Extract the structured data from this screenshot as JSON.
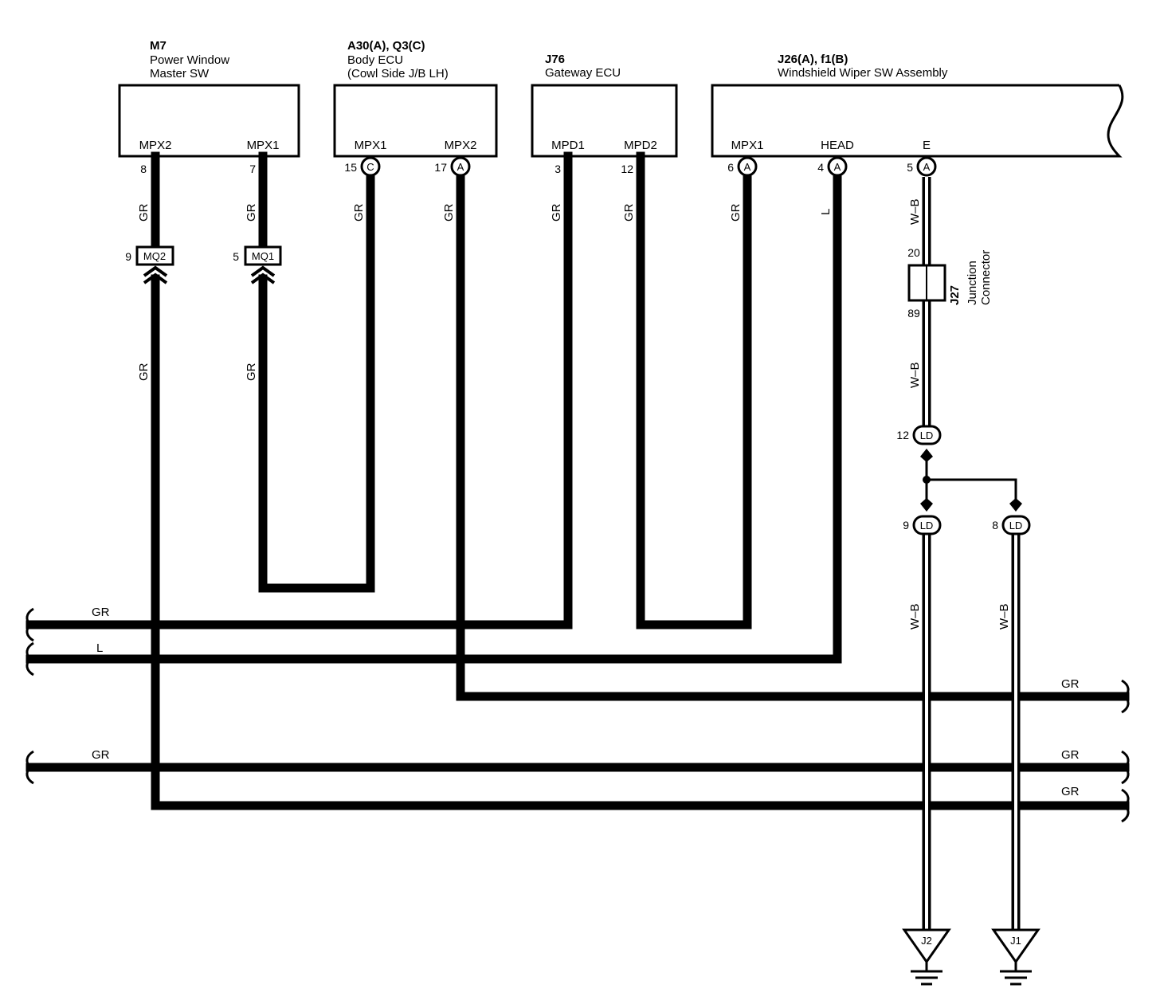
{
  "components": {
    "m7": {
      "code": "M7",
      "name1": "Power Window",
      "name2": "Master SW",
      "pins": [
        "MPX2",
        "MPX1"
      ],
      "pin_nums": [
        "8",
        "7"
      ]
    },
    "body_ecu": {
      "code": "A30(A), Q3(C)",
      "name1": "Body ECU",
      "name2": "(Cowl Side J/B LH)",
      "pins": [
        "MPX1",
        "MPX2"
      ],
      "pin_nums": [
        "15",
        "17"
      ],
      "conns": [
        "C",
        "A"
      ]
    },
    "gateway": {
      "code": "J76",
      "name1": "Gateway ECU",
      "pins": [
        "MPD1",
        "MPD2"
      ],
      "pin_nums": [
        "3",
        "12"
      ]
    },
    "wiper": {
      "code": "J26(A), f1(B)",
      "name1": "Windshield Wiper SW Assembly",
      "pins": [
        "MPX1",
        "HEAD",
        "E"
      ],
      "pin_nums": [
        "6",
        "4",
        "5"
      ],
      "conns": [
        "A",
        "A",
        "A"
      ]
    }
  },
  "connectors": {
    "mq2": {
      "label": "MQ2",
      "pin": "9"
    },
    "mq1": {
      "label": "MQ1",
      "pin": "5"
    },
    "j27": {
      "code": "J27",
      "name1": "Junction",
      "name2": "Connector",
      "pin_top": "20",
      "pin_bottom": "89"
    },
    "ld_top": {
      "label": "LD",
      "pin": "12"
    },
    "ld_left": {
      "label": "LD",
      "pin": "9"
    },
    "ld_right": {
      "label": "LD",
      "pin": "8"
    }
  },
  "wire_colors": {
    "m7_mpx2": "GR",
    "m7_mpx2_low": "GR",
    "m7_mpx1": "GR",
    "m7_mpx1_low": "GR",
    "body_mpx1": "GR",
    "body_mpx2": "GR",
    "gw_mpd1": "GR",
    "gw_mpd2": "GR",
    "wiper_mpx1": "GR",
    "wiper_head": "L",
    "wiper_e": "W–B",
    "wiper_e_low": "W–B",
    "ground_left": "W–B",
    "ground_right": "W–B",
    "bus_left_gr1": "GR",
    "bus_left_l": "L",
    "bus_left_gr2": "GR",
    "bus_right_gr1": "GR",
    "bus_right_gr2": "GR",
    "bus_right_gr3": "GR"
  },
  "grounds": {
    "left": "J2",
    "right": "J1"
  }
}
